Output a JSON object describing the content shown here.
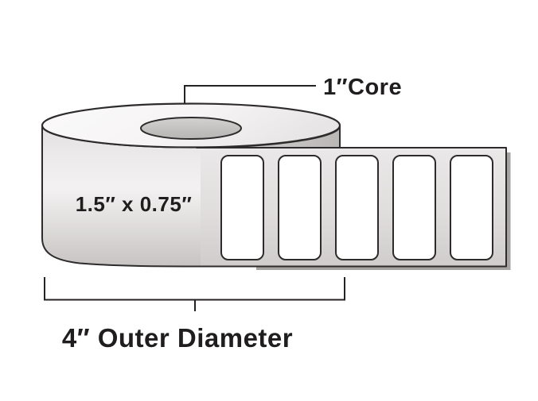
{
  "page": {
    "background": "#ffffff"
  },
  "diagram": {
    "type": "label-roll-dimension-diagram",
    "annotations": {
      "core_label": "1″Core",
      "label_size": "1.5″ x 0.75″",
      "outer_diameter_label": "4″ Outer Diameter"
    },
    "roll": {
      "visible_blank_labels": 5
    },
    "colors": {
      "outline": "#2d2b2b",
      "dimension_line": "#242222",
      "text": "#1f1d1d",
      "roll_top_light": "#fbfafa",
      "roll_top_dark": "#e9e7e7",
      "core_fill_light": "#d4d1d1",
      "core_fill_dark": "#b7b4b4",
      "roll_face_light": "#f3f1f1",
      "roll_face_dark": "#c7c3c3",
      "strip_light": "#eae8e8",
      "strip_dark": "#d0cdcd",
      "label_fill": "#ffffff",
      "shadow": "#a6a3a3"
    }
  }
}
